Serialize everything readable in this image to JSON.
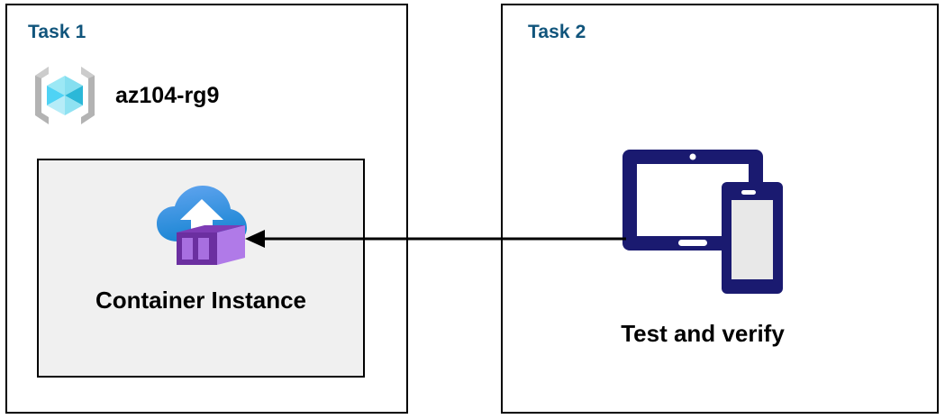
{
  "diagram": {
    "title": "Azure Container Instance task diagram",
    "background_color": "#ffffff",
    "panels": [
      {
        "id": "task1",
        "title": "Task 1",
        "title_color": "#11557c",
        "border_color": "#000000",
        "resource_group": {
          "icon": "azure-resource-group-icon",
          "label": "az104-rg9",
          "label_color": "#000000"
        },
        "card": {
          "icon": "container-instance-icon",
          "caption": "Container Instance",
          "background_color": "#f0f0f0",
          "border_color": "#000000"
        }
      },
      {
        "id": "task2",
        "title": "Task 2",
        "title_color": "#11557c",
        "border_color": "#000000",
        "devices": {
          "icon": "devices-tablet-phone-icon",
          "caption": "Test and verify",
          "icon_color": "#1a1a70",
          "screen_color": "#e8e8e8"
        }
      }
    ],
    "connector": {
      "name": "arrow-task2-to-task1",
      "direction": "right-to-left",
      "from": "Test and verify",
      "to": "Container Instance",
      "color": "#000000",
      "style": "solid-line-with-filled-arrowhead"
    },
    "palette": {
      "title_blue": "#11557c",
      "card_gray": "#f0f0f0",
      "device_navy": "#1a1a70",
      "cloud_blue_light": "#5ea0ef",
      "cloud_blue_dark": "#1b8cdb",
      "container_purple_dark": "#6b2fa0",
      "container_purple_mid": "#9b59d0",
      "container_purple_light": "#b07ae8",
      "cube_cyan_light": "#9ce8f5",
      "cube_cyan_mid": "#4fd3f5",
      "cube_cyan_dark": "#2bb8d8",
      "bracket_gray": "#b3b3b3"
    }
  }
}
